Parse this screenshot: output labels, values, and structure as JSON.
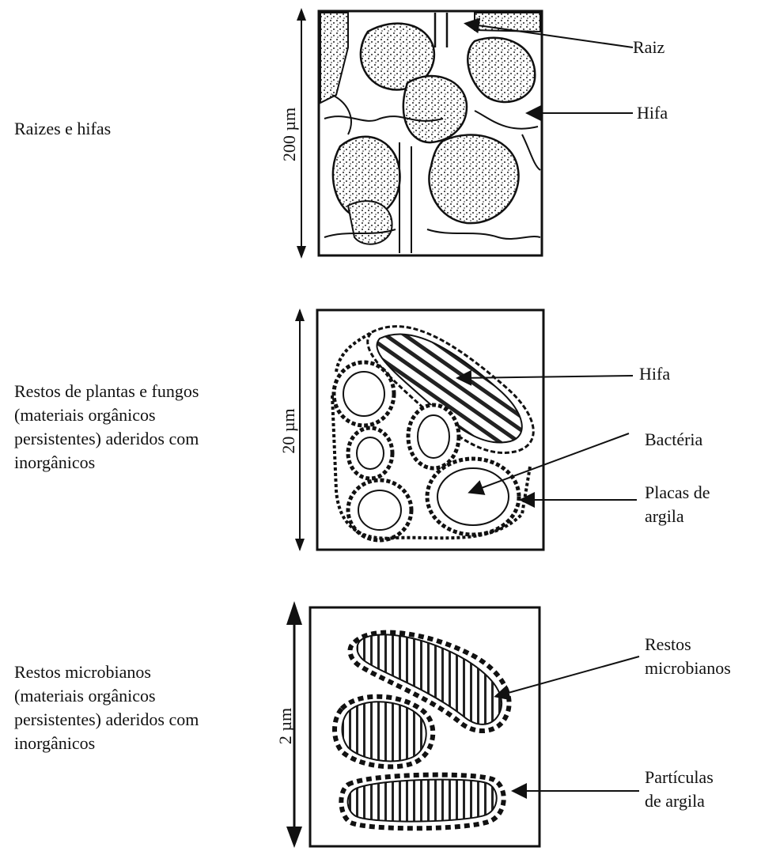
{
  "panels": [
    {
      "id": "roots",
      "description": "Raizes e hifas",
      "scale": "200 µm",
      "callouts": [
        "Raiz",
        "Hifa"
      ]
    },
    {
      "id": "debris",
      "description": "Restos de plantas e fungos\n(materiais orgânicos\npersistentes) aderidos com\ninorgânicos",
      "scale": "20 µm",
      "callouts": [
        "Hifa",
        "Bactéria",
        "Placas de\nargila"
      ]
    },
    {
      "id": "microbial",
      "description": "Restos microbianos\n(materiais orgânicos\npersistentes) aderidos com\ninorgânicos",
      "scale": "2 µm",
      "callouts": [
        "Restos\nmicrobianos",
        "Partículas\nde argila"
      ]
    }
  ]
}
